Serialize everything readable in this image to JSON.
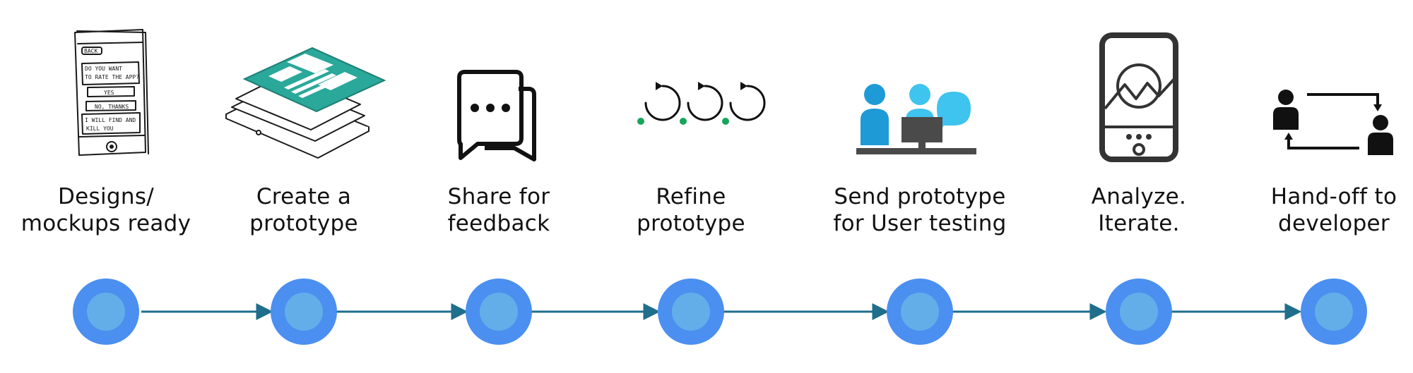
{
  "steps": [
    {
      "id": "designs",
      "line1": "Designs/",
      "line2": "mockups ready",
      "icon": "wireframe-sketch-icon"
    },
    {
      "id": "prototype",
      "line1": "Create a",
      "line2": "prototype",
      "icon": "layered-tablet-icon"
    },
    {
      "id": "feedback",
      "line1": "Share for",
      "line2": "feedback",
      "icon": "chat-bubbles-icon"
    },
    {
      "id": "refine",
      "line1": "Refine",
      "line2": "prototype",
      "icon": "refresh-cycles-icon"
    },
    {
      "id": "testing",
      "line1": "Send prototype",
      "line2": "for User testing",
      "icon": "user-testing-icon"
    },
    {
      "id": "analyze",
      "line1": "Analyze.",
      "line2": "Iterate.",
      "icon": "phone-analytics-icon"
    },
    {
      "id": "handoff",
      "line1": "Hand-off to",
      "line2": "developer",
      "icon": "handoff-users-icon"
    }
  ],
  "sketch_text": {
    "line1": "DO YOU WANT",
    "line2": "TO RATE THE APP?",
    "yes": "YES",
    "no": "NO, THANKS",
    "threat1": "I WILL FIND AND",
    "threat2": "KILL YOU",
    "back": "BACK"
  },
  "colors": {
    "node_outer": "#4b8ff0",
    "node_inner": "#63aee9",
    "connector": "#1e6e8c",
    "teal": "#2aa89a",
    "green_dot": "#18a55a",
    "user_blue": "#1e9ad6",
    "bubble_blue": "#3fc3ef",
    "desk_gray": "#4a4a4a"
  }
}
